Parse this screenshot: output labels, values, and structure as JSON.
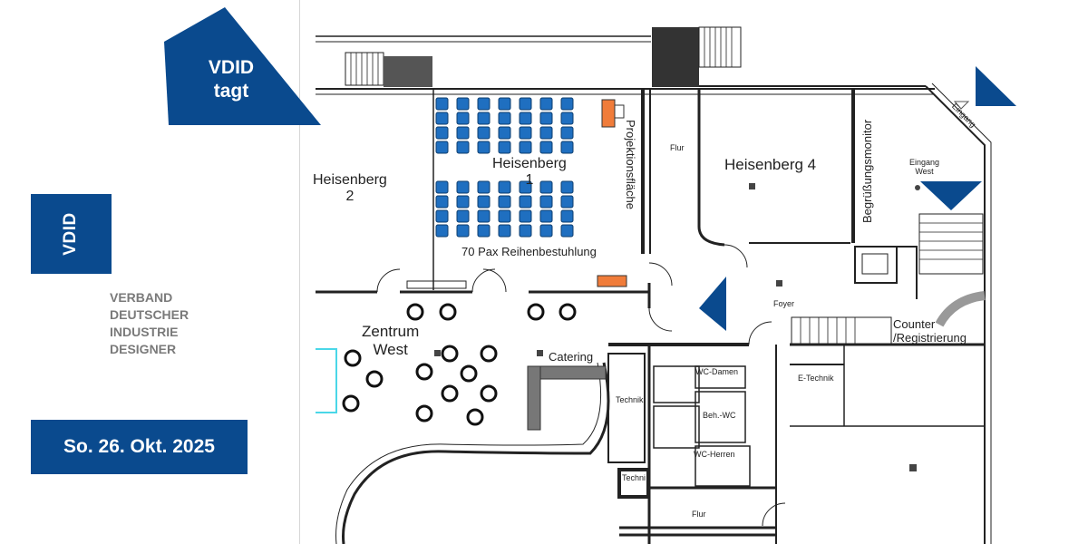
{
  "branding": {
    "logo_line1": "VDID",
    "logo_line2": "tagt",
    "box_label": "VDID",
    "association_lines": [
      "VERBAND",
      "DEUTSCHER",
      "INDUSTRIE",
      "DESIGNER"
    ],
    "date": "So. 26. Okt. 2025",
    "brand_color": "#0a4a8e"
  },
  "floorplan": {
    "rooms": {
      "heisenberg2_line1": "Heisenberg",
      "heisenberg2_line2": "2",
      "heisenberg1_line1": "Heisenberg",
      "heisenberg1_line2": "1",
      "heisenberg4": "Heisenberg 4",
      "seating_note": "70 Pax Reihenbestuhlung",
      "projection": "Projektionsfläche",
      "flur_top": "Flur",
      "welcome_monitor": "Begrüßungsmonitor",
      "entrance": "Eingang",
      "entrance_west_line1": "Eingang",
      "entrance_west_line2": "West",
      "foyer": "Foyer",
      "counter_line1": "Counter",
      "counter_line2": "/Registrierung",
      "zentrum_line1": "Zentrum",
      "zentrum_line2": "West",
      "catering": "Catering",
      "technik": "Technik",
      "technik_small": "Techni",
      "wc_damen": "WC-Damen",
      "beh_wc": "Beh.-WC",
      "wc_herren": "WC-Herren",
      "e_technik": "E-Technik",
      "flur_bottom": "Flur"
    },
    "colors": {
      "chair": "#1f6fc0",
      "lectern": "#f07c3a",
      "wall": "#222222",
      "marker": "#0a4a8e"
    },
    "icons": [
      "entrance-arrow-icon",
      "location-marker-icon"
    ]
  }
}
